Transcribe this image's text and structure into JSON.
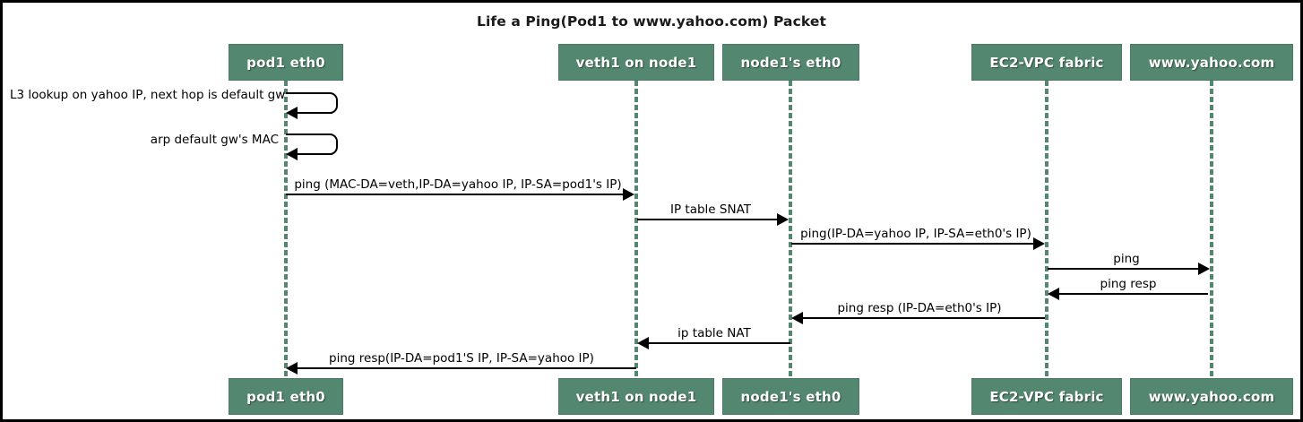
{
  "diagram": {
    "type": "sequence-diagram",
    "title": "Life a Ping(Pod1 to www.yahoo.com) Packet",
    "colors": {
      "actor_fill": "#54876f",
      "actor_text": "#ffffff",
      "lifeline": "#54876f",
      "arrow": "#000000",
      "frame_border": "#000000",
      "background": "#ffffff"
    },
    "actors": [
      {
        "id": "pod1",
        "label": "pod1 eth0"
      },
      {
        "id": "veth1",
        "label": "veth1 on node1"
      },
      {
        "id": "node1eth0",
        "label": "node1's eth0"
      },
      {
        "id": "ec2vpc",
        "label": "EC2-VPC fabric"
      },
      {
        "id": "yahoo",
        "label": "www.yahoo.com"
      }
    ],
    "messages": [
      {
        "id": "m1",
        "kind": "self",
        "from": "pod1",
        "to": "pod1",
        "label": "L3 lookup on yahoo IP, next hop is default gw",
        "direction": "self"
      },
      {
        "id": "m2",
        "kind": "self",
        "from": "pod1",
        "to": "pod1",
        "label": "arp default gw's MAC",
        "direction": "self"
      },
      {
        "id": "m3",
        "kind": "call",
        "from": "pod1",
        "to": "veth1",
        "label": "ping (MAC-DA=veth,IP-DA=yahoo IP, IP-SA=pod1's IP)",
        "direction": "right"
      },
      {
        "id": "m4",
        "kind": "call",
        "from": "veth1",
        "to": "node1eth0",
        "label": "IP table SNAT",
        "direction": "right"
      },
      {
        "id": "m5",
        "kind": "call",
        "from": "node1eth0",
        "to": "ec2vpc",
        "label": "ping(IP-DA=yahoo IP, IP-SA=eth0's IP)",
        "direction": "right"
      },
      {
        "id": "m6",
        "kind": "call",
        "from": "ec2vpc",
        "to": "yahoo",
        "label": "ping",
        "direction": "right"
      },
      {
        "id": "m7",
        "kind": "return",
        "from": "yahoo",
        "to": "ec2vpc",
        "label": "ping resp",
        "direction": "left"
      },
      {
        "id": "m8",
        "kind": "return",
        "from": "ec2vpc",
        "to": "node1eth0",
        "label": "ping resp (IP-DA=eth0's IP)",
        "direction": "left"
      },
      {
        "id": "m9",
        "kind": "return",
        "from": "node1eth0",
        "to": "veth1",
        "label": "ip table NAT",
        "direction": "left"
      },
      {
        "id": "m10",
        "kind": "return",
        "from": "veth1",
        "to": "pod1",
        "label": "ping resp(IP-DA=pod1'S IP, IP-SA=yahoo IP)",
        "direction": "left"
      }
    ]
  }
}
